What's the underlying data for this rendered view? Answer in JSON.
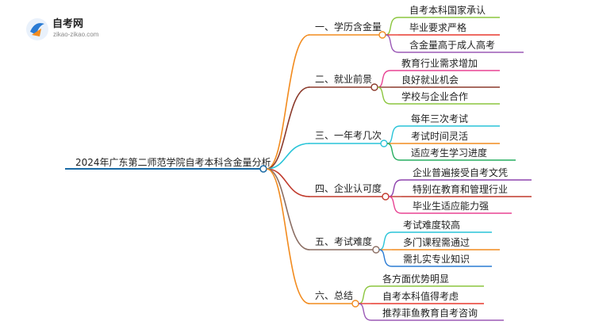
{
  "logo": {
    "title": "自考网",
    "url": "zikao-zikao.com",
    "brand_color": "#2a7bd4"
  },
  "root": {
    "label": "2024年广东第二师范学院自考本科含金量分析",
    "color": "#1a6aa5"
  },
  "branches": [
    {
      "label": "一、学历含金量",
      "color": "#f28b1e",
      "leaves": [
        {
          "label": "自考本科国家承认",
          "color": "#8cc63f"
        },
        {
          "label": "毕业要求严格",
          "color": "#e8382f"
        },
        {
          "label": "含金量高于成人高考",
          "color": "#9b59b6"
        }
      ]
    },
    {
      "label": "二、就业前景",
      "color": "#8b3a2b",
      "leaves": [
        {
          "label": "教育行业需求增加",
          "color": "#e84393"
        },
        {
          "label": "良好就业机会",
          "color": "#8b3a2b"
        },
        {
          "label": "学校与企业合作",
          "color": "#8cc63f"
        }
      ]
    },
    {
      "label": "三、一年考几次",
      "color": "#29c4d8",
      "leaves": [
        {
          "label": "每年三次考试",
          "color": "#29c4d8"
        },
        {
          "label": "考试时间灵活",
          "color": "#f28b1e"
        },
        {
          "label": "适应考生学习进度",
          "color": "#27ae60"
        }
      ]
    },
    {
      "label": "四、企业认可度",
      "color": "#c0392b",
      "leaves": [
        {
          "label": "企业普遍接受自考文凭",
          "color": "#8e44ad"
        },
        {
          "label": "特别在教育和管理行业",
          "color": "#c0392b"
        },
        {
          "label": "毕业生适应能力强",
          "color": "#e84393"
        }
      ]
    },
    {
      "label": "五、考试难度",
      "color": "#8b6e63",
      "leaves": [
        {
          "label": "考试难度较高",
          "color": "#29c4d8"
        },
        {
          "label": "多门课程需通过",
          "color": "#f28b1e"
        },
        {
          "label": "需扎实专业知识",
          "color": "#2a7bd4"
        }
      ]
    },
    {
      "label": "六、总结",
      "color": "#f28b1e",
      "leaves": [
        {
          "label": "各方面优势明显",
          "color": "#8cc63f"
        },
        {
          "label": "自考本科值得考虑",
          "color": "#e8382f"
        },
        {
          "label": "推荐菲鱼教育自考咨询",
          "color": "#9b59b6"
        }
      ]
    }
  ]
}
